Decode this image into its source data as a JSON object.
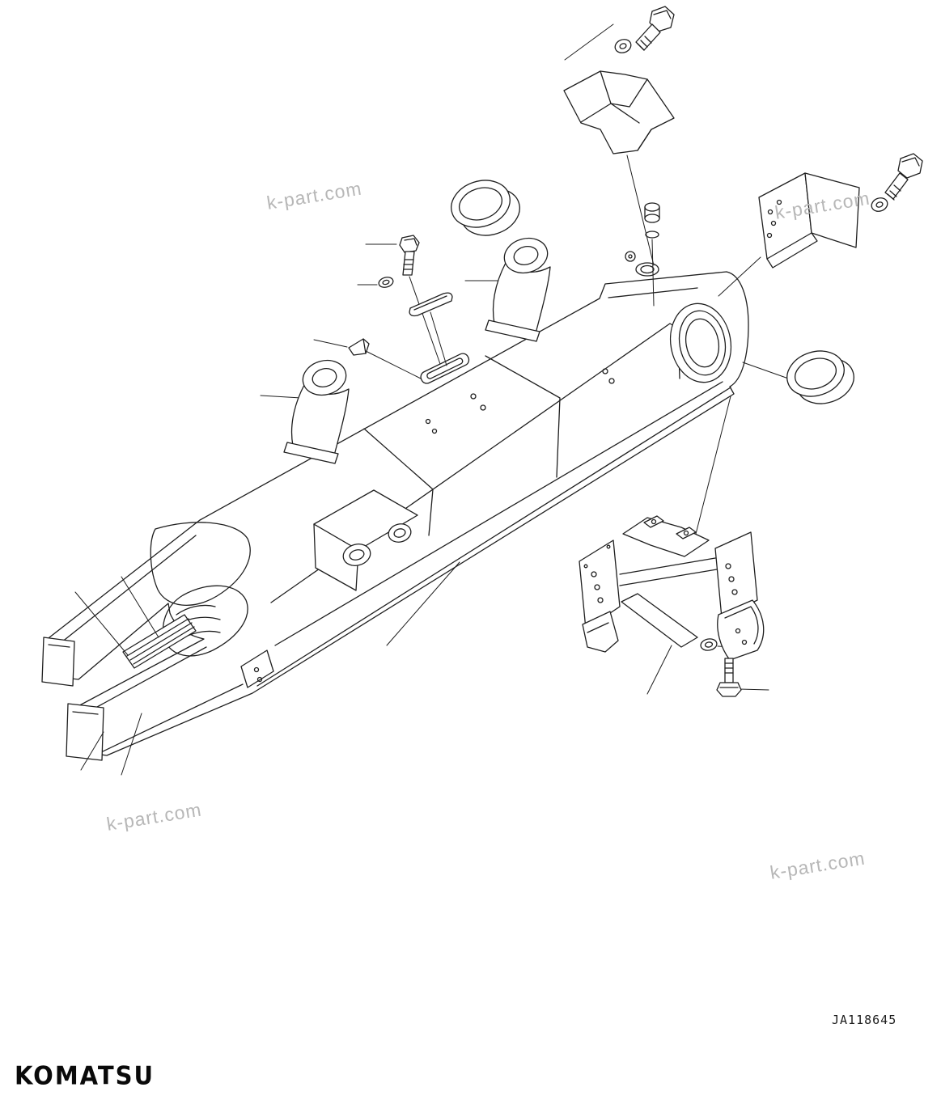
{
  "page": {
    "background_color": "#ffffff",
    "line_color": "#1f1f1f",
    "watermark_color": "#b7b7b7"
  },
  "watermarks": {
    "text": "k-part.com"
  },
  "footer": {
    "drawing_number": "JA118645",
    "brand_logo": "KOMATSU"
  },
  "diagram": {
    "type": "exploded-parts-line-drawing",
    "subject": "track-frame-assembly",
    "parts": [
      {
        "name": "hex-bolt-top"
      },
      {
        "name": "washer-top"
      },
      {
        "name": "cover-guard-top"
      },
      {
        "name": "mounting-plate-bracket-right"
      },
      {
        "name": "hex-bolt-right"
      },
      {
        "name": "washer-right"
      },
      {
        "name": "bushing-ring-left"
      },
      {
        "name": "plug-small"
      },
      {
        "name": "hex-bolt-center"
      },
      {
        "name": "washer-center"
      },
      {
        "name": "pin-small"
      },
      {
        "name": "cone-plug"
      },
      {
        "name": "trunnion-support-rear"
      },
      {
        "name": "trunnion-support-front"
      },
      {
        "name": "track-frame-body"
      },
      {
        "name": "bushing-ring-right"
      },
      {
        "name": "roller-guard-bottom"
      },
      {
        "name": "washer-bottom"
      },
      {
        "name": "hex-bolt-bottom"
      }
    ]
  }
}
